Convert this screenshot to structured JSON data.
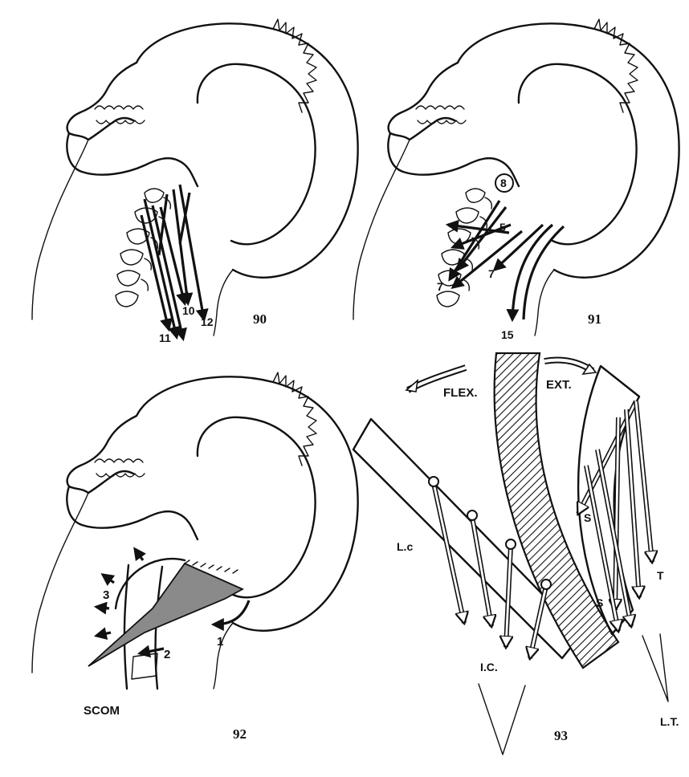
{
  "figures": [
    {
      "number": "90",
      "labels": [
        "10",
        "11",
        "12"
      ]
    },
    {
      "number": "91",
      "labels": [
        "8",
        "5",
        "7",
        "7",
        "15"
      ]
    },
    {
      "number": "92",
      "labels": [
        "1",
        "2",
        "3",
        "SCOM"
      ]
    },
    {
      "number": "93",
      "labels": [
        "FLEX.",
        "EXT.",
        "L.c",
        "I.C.",
        "S",
        "S",
        "T",
        "L.T."
      ]
    }
  ],
  "colors": {
    "ink": "#111111",
    "muscle_fill": "#8a8a8a",
    "paper": "#ffffff"
  }
}
